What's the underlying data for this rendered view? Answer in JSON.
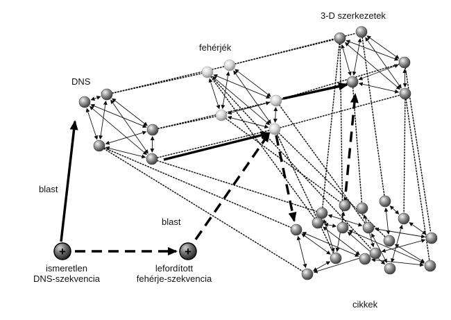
{
  "labels": {
    "dna": "DNS",
    "proteins": "fehérjék",
    "structures": "3-D szerkezetek",
    "articles": "cikkek",
    "blast_left": "blast",
    "blast_right": "blast",
    "unknown_dna_line1": "ismeretlen",
    "unknown_dna_line2": "DNS-szekvencia",
    "translated_line1": "lefordított",
    "translated_line2": "fehérje-szekvencia"
  },
  "query_nodes": {
    "dna_query_symbol": "+",
    "protein_query_symbol": "+"
  },
  "colors": {
    "ink": "#111111",
    "sphere_dark": "#6e6e6e",
    "sphere_light": "#c8c8c8"
  }
}
